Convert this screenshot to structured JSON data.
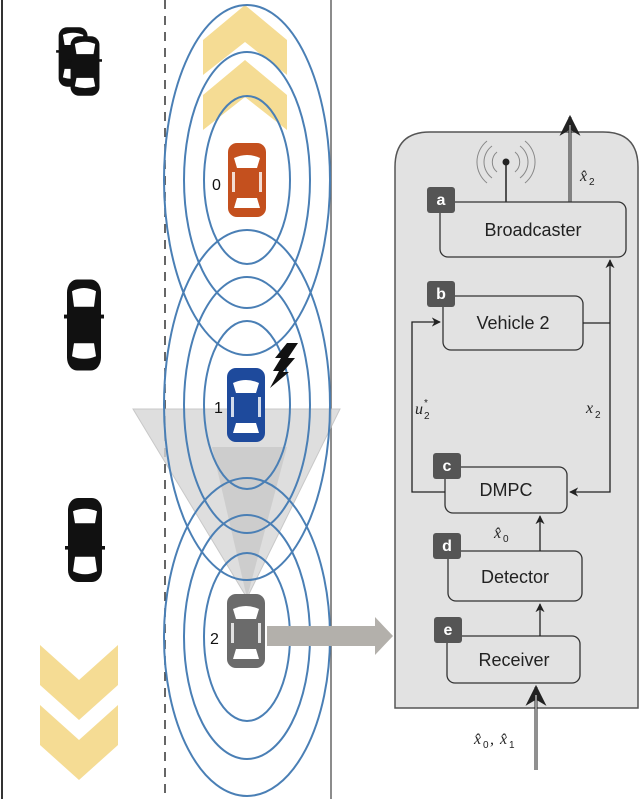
{
  "diagram": {
    "vehicles": [
      {
        "id": "0",
        "label": "0",
        "color": "#c4501e",
        "role": "leader"
      },
      {
        "id": "1",
        "label": "1",
        "color": "#1e4a9c",
        "role": "attacked",
        "attack_icon": "lightning-icon"
      },
      {
        "id": "2",
        "label": "2",
        "color": "#6b6b6b",
        "role": "ego"
      }
    ],
    "traffic_cars": [
      "black-car-top",
      "black-car-middle",
      "black-car-bottom"
    ],
    "colors": {
      "rings": "#4a7fb5",
      "chevrons": "#f5dc94",
      "panel_fill": "#e2e2e2",
      "badge_fill": "#555555",
      "cone_fill": "#d6d6d6",
      "arrow_fill": "#b3b0ab"
    },
    "blocks": [
      {
        "badge": "a",
        "label": "Broadcaster"
      },
      {
        "badge": "b",
        "label": "Vehicle 2"
      },
      {
        "badge": "c",
        "label": "DMPC"
      },
      {
        "badge": "d",
        "label": "Detector"
      },
      {
        "badge": "e",
        "label": "Receiver"
      }
    ],
    "signals": {
      "broadcast_out": {
        "sym": "x̂",
        "sub": "2"
      },
      "control": {
        "sym": "u",
        "sub": "2",
        "sup": "*"
      },
      "state": {
        "sym": "x",
        "sub": "2"
      },
      "detected": {
        "sym": "x̂",
        "sub": "0"
      },
      "received_a": {
        "sym": "x̂",
        "sub": "0"
      },
      "received_sep": ",",
      "received_b": {
        "sym": "x̂",
        "sub": "1"
      }
    }
  }
}
